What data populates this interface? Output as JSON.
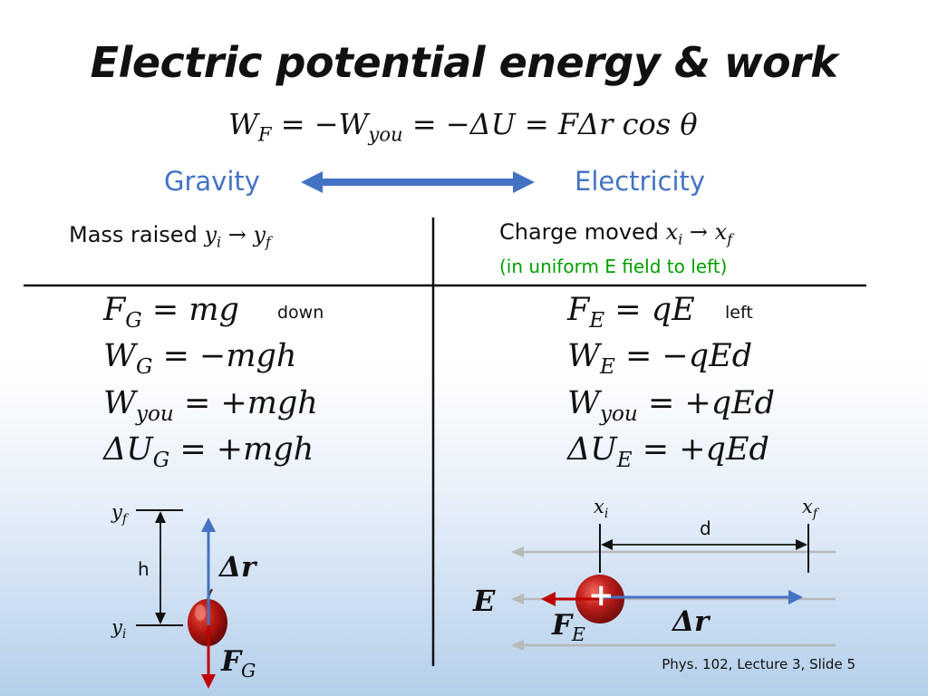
{
  "slide": {
    "title": "Electric potential energy & work",
    "main_equation": {
      "lhs": "W",
      "lhs_sub": "F",
      "p1": " = −W",
      "p1_sub": "you",
      "p2": " = −ΔU = FΔr cos θ"
    },
    "gravity_label": "Gravity",
    "electricity_label": "Electricity",
    "gravity_header": {
      "text": "Mass raised ",
      "y": "y",
      "i": "i",
      "arrow": " → ",
      "y2": "y",
      "f": "f"
    },
    "electric_header": {
      "text": "Charge moved ",
      "x": "x",
      "i": "i",
      "arrow": " → ",
      "x2": "x",
      "f": "f"
    },
    "electric_note": "(in uniform E field to left)",
    "gravity_eqs": [
      {
        "sym": "F",
        "sub": "G",
        "rhs": " = mg",
        "note": "down"
      },
      {
        "sym": "W",
        "sub": "G",
        "rhs": " = −mgh"
      },
      {
        "sym": "W",
        "sub": "you",
        "rhs": " = +mgh"
      },
      {
        "sym": "ΔU",
        "sub": "G",
        "rhs": " = +mgh"
      }
    ],
    "electric_eqs": [
      {
        "sym": "F",
        "sub": "E",
        "rhs": " = qE",
        "note": "left"
      },
      {
        "sym": "W",
        "sub": "E",
        "rhs": " = −qEd"
      },
      {
        "sym": "W",
        "sub": "you",
        "rhs": " = +qEd"
      },
      {
        "sym": "ΔU",
        "sub": "E",
        "rhs": " = +qEd"
      }
    ],
    "gravity_diagram": {
      "yf": "y",
      "yf_sub": "f",
      "yi": "y",
      "yi_sub": "i",
      "h": "h",
      "dr": "Δr",
      "fg": "F",
      "fg_sub": "G"
    },
    "electric_diagram": {
      "xi": "x",
      "xi_sub": "i",
      "xf": "x",
      "xf_sub": "f",
      "d": "d",
      "E": "E",
      "plus": "+",
      "fe": "F",
      "fe_sub": "E",
      "dr": "Δr"
    },
    "footer": "Phys. 102, Lecture 3, Slide 5",
    "colors": {
      "accent_blue": "#4472c4",
      "green_note": "#00a000",
      "red_arrow": "#c00000",
      "charge": "#c0201c"
    }
  }
}
